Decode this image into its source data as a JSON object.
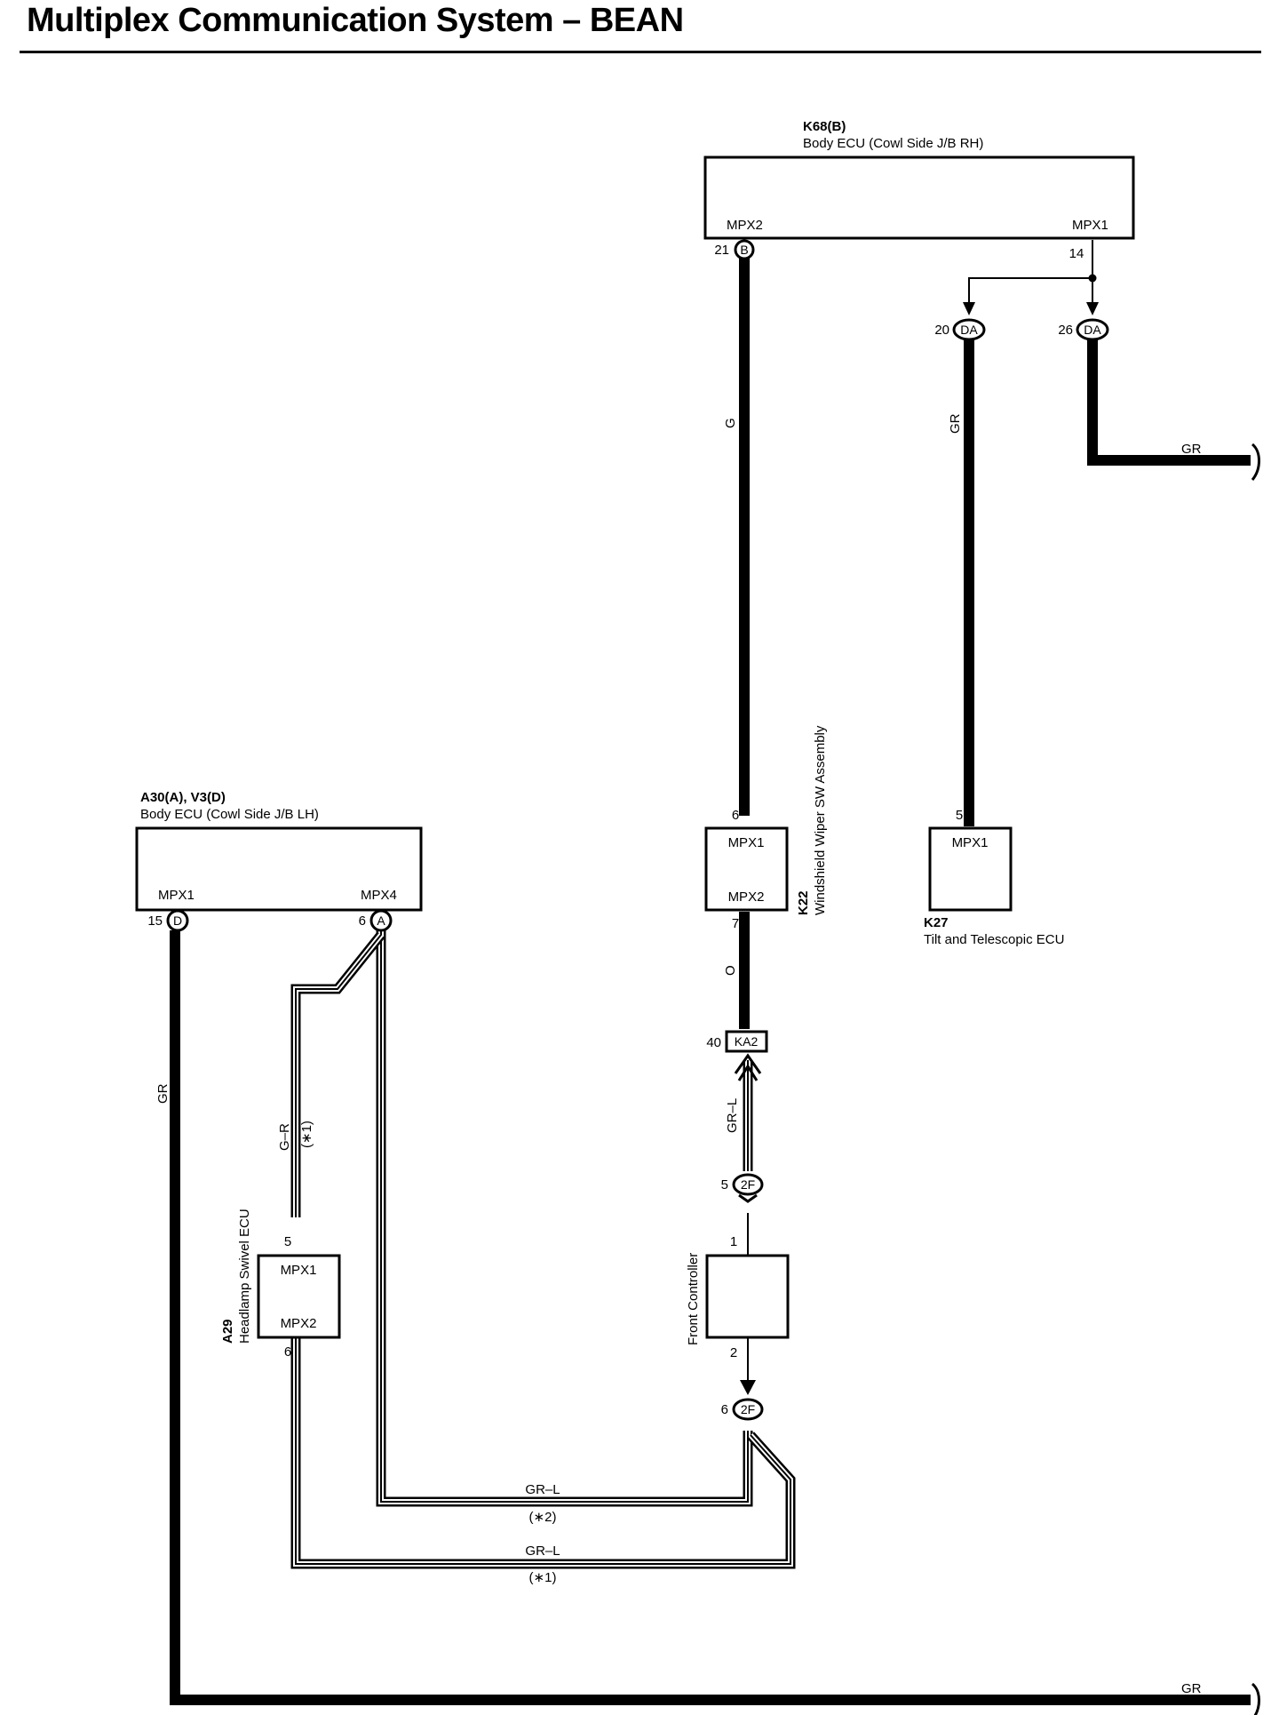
{
  "title": "Multiplex Communication System – BEAN",
  "colors": {
    "ink": "#000000",
    "paper": "#ffffff"
  },
  "components": {
    "k68": {
      "code": "K68(B)",
      "name": "Body ECU (Cowl Side J/B RH)",
      "left_pin": "MPX2",
      "right_pin": "MPX1"
    },
    "a30": {
      "code": "A30(A), V3(D)",
      "name": "Body ECU (Cowl Side J/B LH)",
      "left_pin": "MPX1",
      "right_pin": "MPX4"
    },
    "k22": {
      "code": "K22",
      "name": "Windshield Wiper SW Assembly",
      "top_pin": "MPX1",
      "bottom_pin": "MPX2"
    },
    "k27": {
      "code": "K27",
      "name": "Tilt and Telescopic ECU",
      "pin": "MPX1"
    },
    "a29": {
      "code": "A29",
      "name": "Headlamp Swivel ECU",
      "top_pin": "MPX1",
      "bottom_pin": "MPX2"
    },
    "front_controller": {
      "name": "Front Controller"
    }
  },
  "connectors": {
    "k68_b": {
      "label": "B",
      "pin": "21"
    },
    "k68_14": {
      "pin": "14"
    },
    "da_20": {
      "label": "DA",
      "pin": "20"
    },
    "da_26": {
      "label": "DA",
      "pin": "26"
    },
    "a30_d": {
      "label": "D",
      "pin": "15"
    },
    "a30_a": {
      "label": "A",
      "pin": "6"
    },
    "k22_top": {
      "pin": "6"
    },
    "k22_bottom": {
      "pin": "7"
    },
    "k27_pin": {
      "pin": "5"
    },
    "ka2": {
      "label": "KA2",
      "pin": "40"
    },
    "twof_top": {
      "label": "2F",
      "pin": "5"
    },
    "fc_1": {
      "pin": "1"
    },
    "fc_2": {
      "pin": "2"
    },
    "twof_bottom": {
      "label": "2F",
      "pin": "6"
    },
    "a29_top": {
      "pin": "5"
    },
    "a29_bottom": {
      "pin": "6"
    }
  },
  "wires": {
    "g": "G",
    "gr_k27": "GR",
    "gr_out_top": "GR",
    "gr_left": "GR",
    "gr_out_bottom": "GR",
    "o": "O",
    "gr_l_ka2": "GR–L",
    "g_r": "G–R",
    "g_r_note": "(∗1)",
    "gr_l_2": "GR–L",
    "note_2": "(∗2)",
    "gr_l_1": "GR–L",
    "note_1": "(∗1)"
  }
}
